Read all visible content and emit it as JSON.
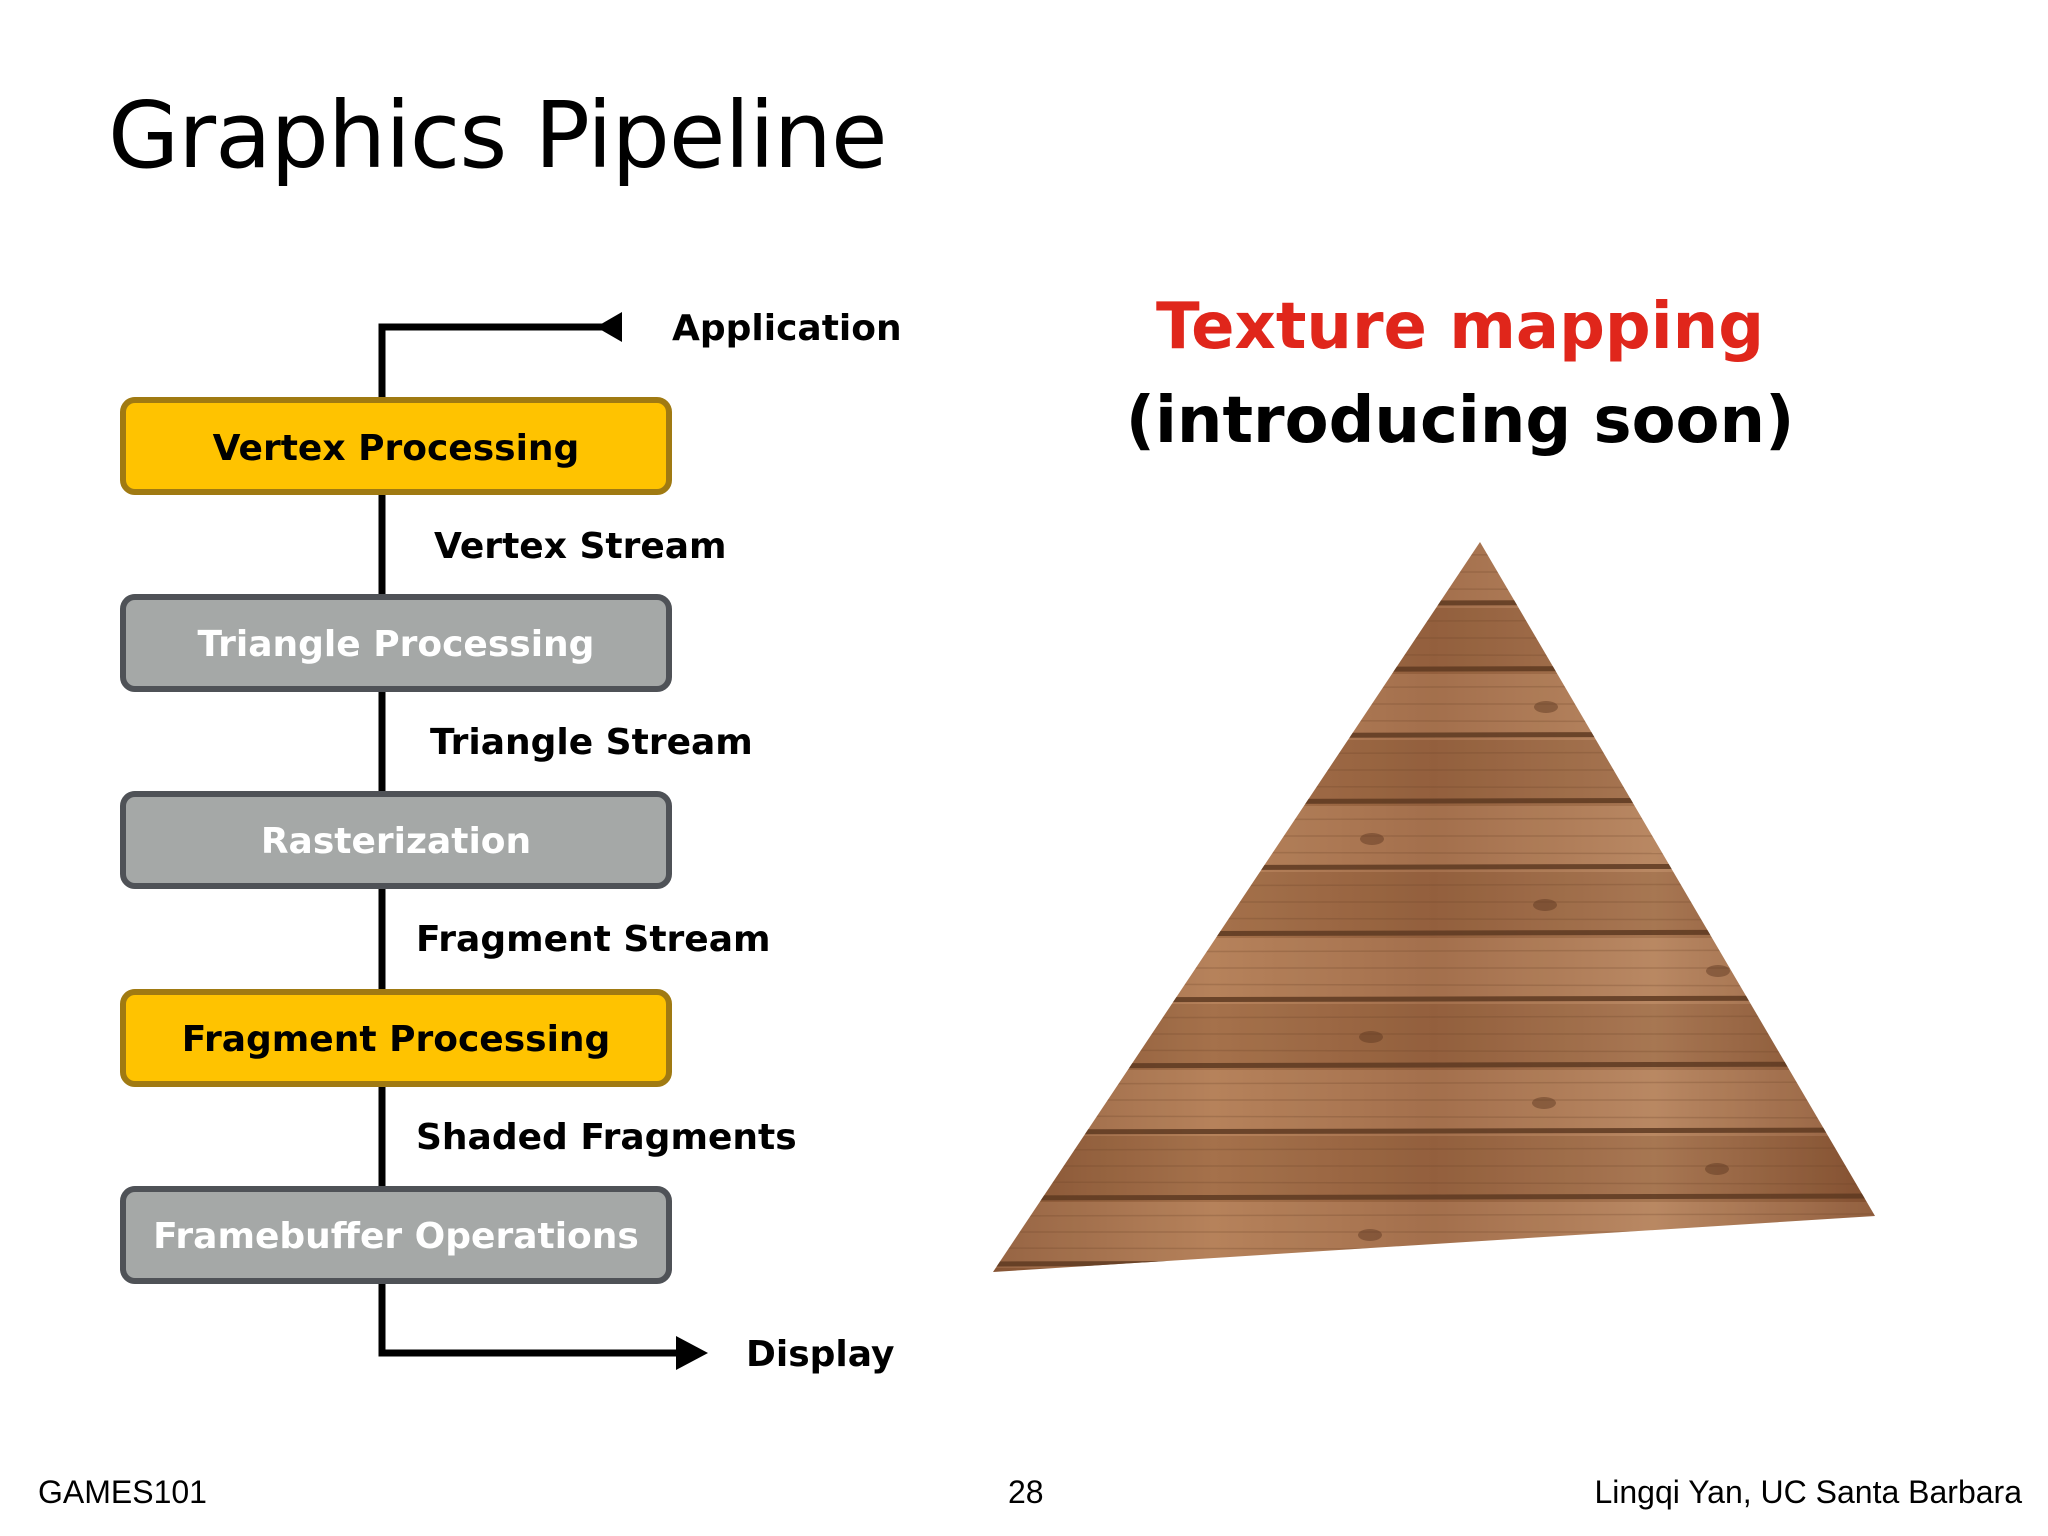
{
  "slide": {
    "title": "Graphics Pipeline"
  },
  "pipeline": {
    "input_label": "Application",
    "output_label": "Display",
    "stages": [
      {
        "label": "Vertex Processing",
        "highlight": true
      },
      {
        "label": "Triangle Processing",
        "highlight": false
      },
      {
        "label": "Rasterization",
        "highlight": false
      },
      {
        "label": "Fragment Processing",
        "highlight": true
      },
      {
        "label": "Framebuffer Operations",
        "highlight": false
      }
    ],
    "streams": [
      "Vertex Stream",
      "Triangle Stream",
      "Fragment Stream",
      "Shaded Fragments"
    ]
  },
  "texture": {
    "title": "Texture mapping",
    "subtitle": "(introducing soon)"
  },
  "footer": {
    "left": "GAMES101",
    "center": "28",
    "right": "Lingqi Yan, UC Santa Barbara"
  },
  "colors": {
    "highlight_fill": "#FFC300",
    "highlight_stroke": "#A07A12",
    "normal_fill": "#A5A8A7",
    "normal_stroke": "#4F5257",
    "accent_red": "#E0261B",
    "wood_base": "#A8704A",
    "wood_dark": "#5E3A22"
  }
}
